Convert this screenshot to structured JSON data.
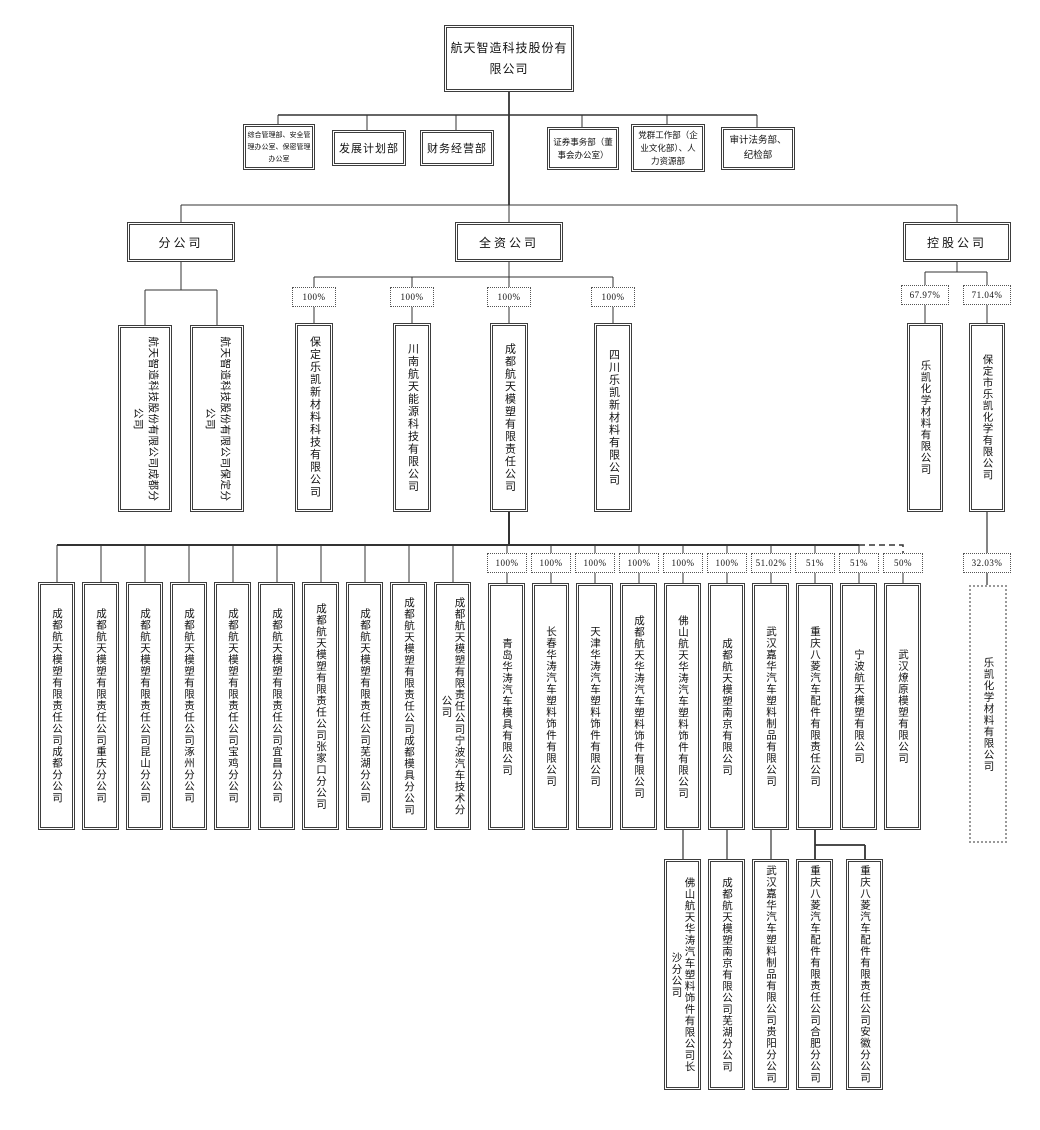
{
  "root_label": "航天智造科技股份有\n限公司",
  "departments": [
    "综合管理部、安全管\n理办公室、保密管理\n办公室",
    "发展计划部",
    "财务经营部",
    "证券事务部（董\n事会办公室）",
    "党群工作部（企\n业文化部）、人\n力资源部",
    "审计法务部、\n纪检部"
  ],
  "categories": {
    "branch": "分公司",
    "wholly_owned": "全资公司",
    "holding": "控股公司"
  },
  "branch_companies": [
    "航天智造科技股份有限公司成都分\n公司",
    "航天智造科技股份有限公司保定分\n公司"
  ],
  "wholly_owned_companies": [
    {
      "pct": "100%",
      "name": "保定乐凯新材料科技有限公司"
    },
    {
      "pct": "100%",
      "name": "川南航天能源科技有限公司"
    },
    {
      "pct": "100%",
      "name": "成都航天模塑有限责任公司"
    },
    {
      "pct": "100%",
      "name": "四川乐凯新材料有限公司"
    }
  ],
  "holding_companies": [
    {
      "pct": "67.97%",
      "name": "乐凯化学材料有限公司"
    },
    {
      "pct": "71.04%",
      "name": "保定市乐凯化学有限公司"
    }
  ],
  "associate_company": {
    "pct": "32.03%",
    "name": "乐凯化学材料有限公司"
  },
  "moulding_branches": [
    "成都航天模塑有限责任公司成都分公司",
    "成都航天模塑有限责任公司重庆分公司",
    "成都航天模塑有限责任公司昆山分公司",
    "成都航天模塑有限责任公司涿州分公司",
    "成都航天模塑有限责任公司宝鸡分公司",
    "成都航天模塑有限责任公司宜昌分公司",
    "成都航天模塑有限责任公司张家口分公司",
    "成都航天模塑有限责任公司芜湖分公司",
    "成都航天模塑有限责任公司成都模具分公司",
    "成都航天模塑有限责任公司宁波汽车技术分\n公司"
  ],
  "moulding_subsidiaries": [
    {
      "pct": "100%",
      "name": "青岛华涛汽车模具有限公司"
    },
    {
      "pct": "100%",
      "name": "长春华涛汽车塑料饰件有限公司"
    },
    {
      "pct": "100%",
      "name": "天津华涛汽车塑料饰件有限公司"
    },
    {
      "pct": "100%",
      "name": "成都航天华涛汽车塑料饰件有限公司"
    },
    {
      "pct": "100%",
      "name": "佛山航天华涛汽车塑料饰件有限公司"
    },
    {
      "pct": "100%",
      "name": "成都航天模塑南京有限公司"
    },
    {
      "pct": "51.02%",
      "name": "武汉嘉华汽车塑料制品有限公司"
    },
    {
      "pct": "51%",
      "name": "重庆八菱汽车配件有限责任公司"
    },
    {
      "pct": "51%",
      "name": "宁波航天模塑有限公司"
    },
    {
      "pct": "50%",
      "name": "武汉燎原模塑有限公司"
    }
  ],
  "fourth_tier": [
    "佛山航天华涛汽车塑料饰件有限公司长\n沙分公司",
    "成都航天模塑南京有限公司芜湖分公司",
    "武汉嘉华汽车塑料制品有限公司贵阳分公司",
    "重庆八菱汽车配件有限责任公司合肥分公司",
    "重庆八菱汽车配件有限责任公司安徽分公司"
  ],
  "line_color": "#333333"
}
